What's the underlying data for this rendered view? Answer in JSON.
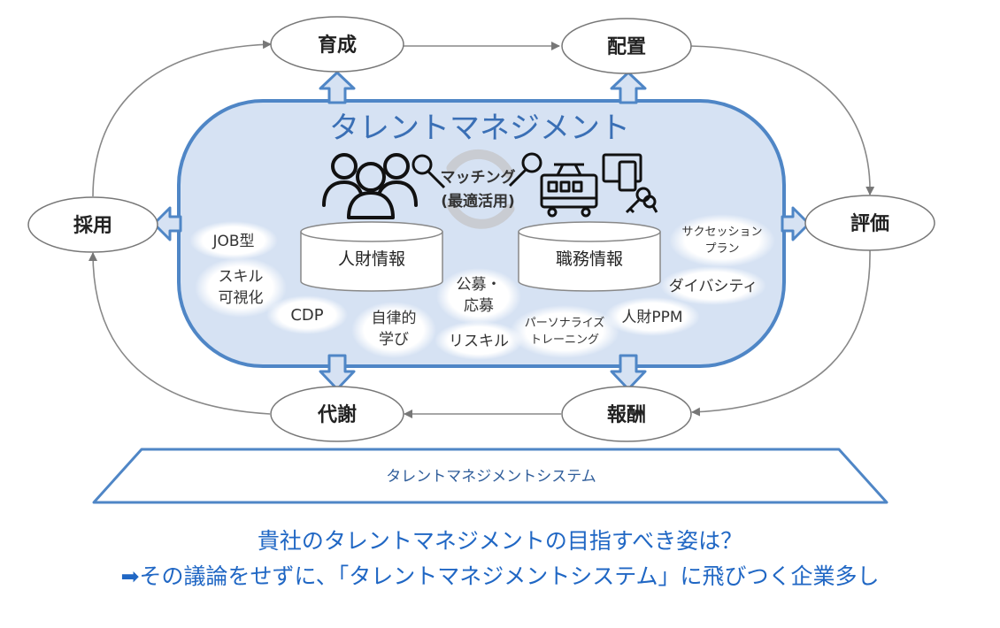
{
  "title": "タレントマネジメント",
  "nodes": {
    "ikusei": "育成",
    "haichi": "配置",
    "hyoka": "評価",
    "hoshu": "報酬",
    "taisha": "代謝",
    "saiyo": "採用"
  },
  "matching": {
    "line1": "マッチング",
    "line2": "(最適活用)"
  },
  "databases": {
    "jinzai": "人財情報",
    "shokumu": "職務情報"
  },
  "clouds": {
    "job": "JOB型",
    "skill_line1": "スキル",
    "skill_line2": "可視化",
    "cdp": "CDP",
    "jiritsu_line1": "自律的",
    "jiritsu_line2": "学び",
    "kobo_line1": "公募・",
    "kobo_line2": "応募",
    "reskill": "リスキル",
    "personal_line1": "パーソナライズ",
    "personal_line2": "トレーニング",
    "ppm": "人財PPM",
    "succession_line1": "サクセッション",
    "succession_line2": "プラン",
    "diversity": "ダイバシティ"
  },
  "system_label": "タレントマネジメントシステム",
  "bottom": {
    "line1": "貴社のタレントマネジメントの目指すべき姿は？",
    "arrow": "➡",
    "line2": "その議論をせずに、「タレントマネジメントシステム」に飛びつく企業多し"
  },
  "colors": {
    "panel_fill": "#d6e2f3",
    "panel_stroke": "#4f86c6",
    "accent": "#2067c4"
  }
}
